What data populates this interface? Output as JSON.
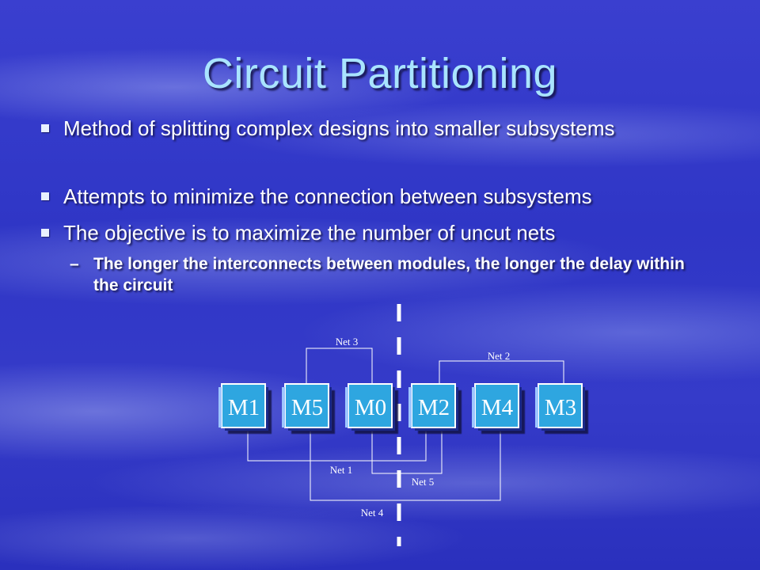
{
  "slide": {
    "title": "Circuit Partitioning",
    "bullets": [
      "Method of splitting complex designs into smaller subsystems",
      "Attempts to minimize the connection between subsystems",
      "The objective is to maximize the number of uncut nets"
    ],
    "sub_bullets": [
      "The longer the interconnects between modules, the longer the delay within the circuit"
    ],
    "sub_bullet_marker": "–",
    "colors": {
      "title": "#a9e4ff",
      "module_fill": "#2ea6e0",
      "module_border": "#ffffff",
      "wire": "#ffffff",
      "cut_line": "#ffffff"
    }
  },
  "diagram": {
    "modules": [
      "M1",
      "M5",
      "M0",
      "M2",
      "M4",
      "M3"
    ],
    "nets": [
      {
        "label": "Net 1",
        "connects": [
          "M1",
          "M2"
        ]
      },
      {
        "label": "Net 2",
        "connects": [
          "M2",
          "M3"
        ]
      },
      {
        "label": "Net 3",
        "connects": [
          "M5",
          "M0"
        ]
      },
      {
        "label": "Net 4",
        "connects": [
          "M5",
          "M4"
        ]
      },
      {
        "label": "Net 5",
        "connects": [
          "M0",
          "M2"
        ]
      }
    ],
    "cut_line_style": "dashed"
  }
}
